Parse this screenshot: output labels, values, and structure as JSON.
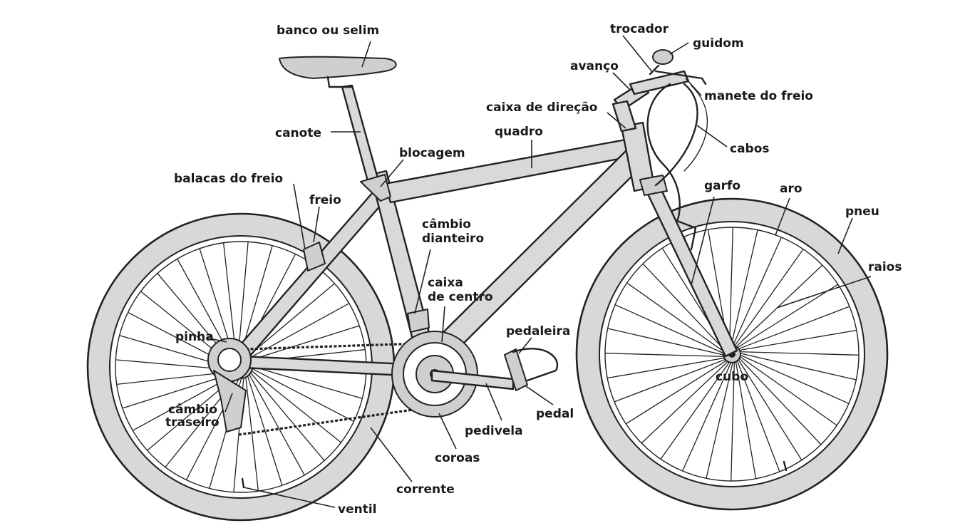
{
  "labels": {
    "banco_ou_selim": "banco ou selim",
    "canote": "canote",
    "balacas_do_freio": "balacas do freio",
    "freio": "freio",
    "blocagem": "blocagem",
    "quadro": "quadro",
    "trocador": "trocador",
    "guidom": "guidom",
    "avanco": "avanço",
    "manete_do_freio": "manete do freio",
    "caixa_de_direcao": "caixa de direção",
    "cabos": "cabos",
    "garfo": "garfo",
    "aro": "aro",
    "pneu": "pneu",
    "raios": "raios",
    "cambio_dianteiro_1": "câmbio",
    "cambio_dianteiro_2": "dianteiro",
    "caixa_de_centro_1": "caixa",
    "caixa_de_centro_2": "de centro",
    "pedaleira": "pedaleira",
    "pinha": "pinha",
    "cubo": "cubo",
    "cambio_traseiro_1": "câmbio",
    "cambio_traseiro_2": "traseiro",
    "pedal": "pedal",
    "pedivela": "pedivela",
    "coroas": "coroas",
    "corrente": "corrente",
    "ventil": "ventil"
  },
  "colors": {
    "ink": "#222222",
    "fill": "#d9d9d9",
    "background": "#ffffff"
  }
}
